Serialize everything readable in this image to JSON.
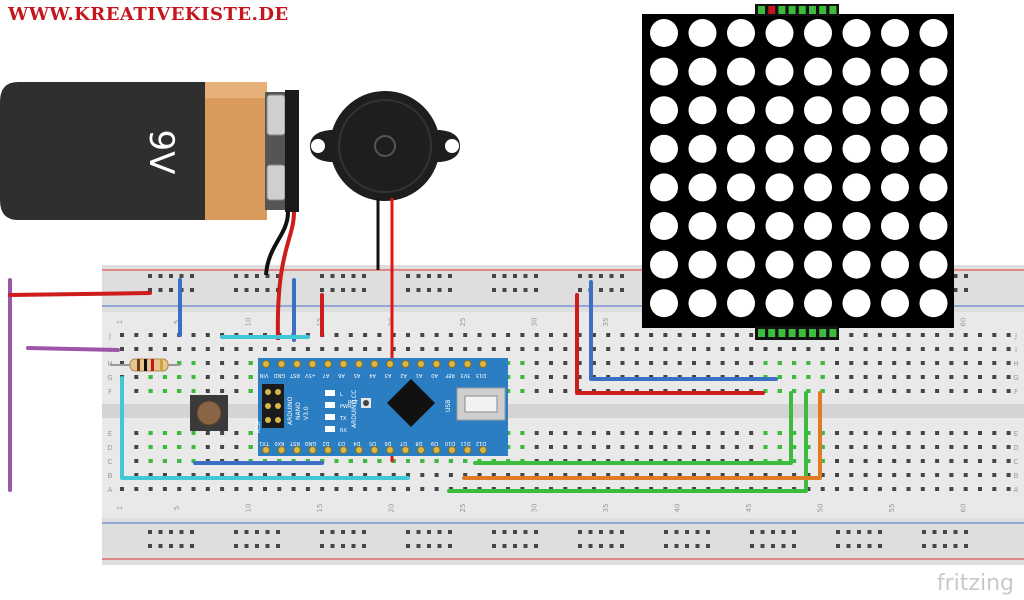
{
  "watermark": "WWW.KREATIVEKISTE.DE",
  "software_logo": "fritzing",
  "battery": {
    "label": "9V"
  },
  "arduino": {
    "top_labels": [
      "D13",
      "3V3",
      "REF",
      "A0",
      "A1",
      "A2",
      "A3",
      "A4",
      "A5",
      "A6",
      "A7",
      "+5V",
      "RST",
      "GND",
      "VIN"
    ],
    "bottom_labels": [
      "D12",
      "D11",
      "D10",
      "D9",
      "D8",
      "D7",
      "D6",
      "D5",
      "D4",
      "D3",
      "D2",
      "GND",
      "RST",
      "RX0",
      "TX1"
    ],
    "board_text": [
      "ARDUINO",
      "NANO",
      "V3.0"
    ],
    "site": "ARDUINO.CC",
    "usb_label": "USB",
    "icsp_label": "ICSP",
    "led_labels": [
      "L",
      "PWR",
      "TX",
      "RX"
    ],
    "reset_label": "RST"
  },
  "breadboard": {
    "column_numbers": [
      "1",
      "5",
      "10",
      "15",
      "20",
      "25",
      "30",
      "35",
      "40",
      "45",
      "50",
      "55",
      "60"
    ],
    "row_letters_top": [
      "J",
      "I",
      "H",
      "G",
      "F"
    ],
    "row_letters_bottom": [
      "E",
      "D",
      "C",
      "B",
      "A"
    ]
  },
  "matrix": {
    "rows": 8,
    "cols": 8
  },
  "colors": {
    "wire_red": "#cc1c1c",
    "wire_blue": "#3a6fc4",
    "wire_cyan": "#41c8d8",
    "wire_green": "#3cbc3c",
    "wire_orange": "#e07a24",
    "wire_purple": "#9c56a8",
    "board_blue": "#2b7ec2",
    "breadboard": "#e9e9e9"
  }
}
